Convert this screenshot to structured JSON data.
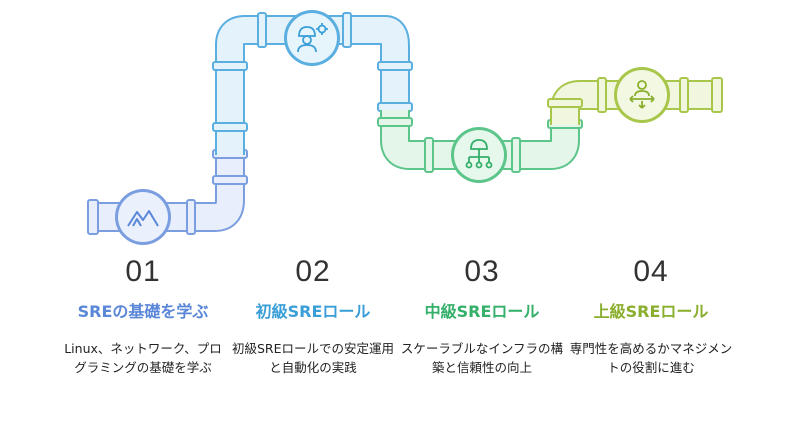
{
  "colors": {
    "step1": "#5b87d8",
    "step2": "#3a9fd8",
    "step3": "#34b06a",
    "step4": "#8aaf2e"
  },
  "steps": [
    {
      "number": "01",
      "title": "SREの基礎を学ぶ",
      "description": "Linux、ネットワーク、プログラミングの基礎を学ぶ",
      "icon": "mountain-icon"
    },
    {
      "number": "02",
      "title": "初級SREロール",
      "description": "初級SREロールでの安定運用と自動化の実践",
      "icon": "engineer-gear-icon"
    },
    {
      "number": "03",
      "title": "中級SREロール",
      "description": "スケーラブルなインフラの構築と信頼性の向上",
      "icon": "hierarchy-icon"
    },
    {
      "number": "04",
      "title": "上級SREロール",
      "description": "専門性を高めるかマネジメントの役割に進む",
      "icon": "manager-arrows-icon"
    }
  ]
}
